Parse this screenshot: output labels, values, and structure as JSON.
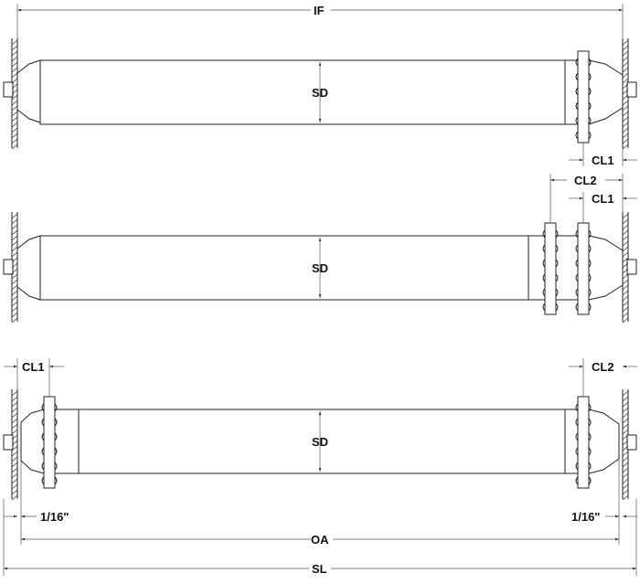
{
  "diagram": {
    "labels": {
      "if": "IF",
      "sd": "SD",
      "cl1": "CL1",
      "cl2": "CL2",
      "sixteenth": "1/16\"",
      "oa": "OA",
      "sl": "SL"
    },
    "colors": {
      "line": "#222222",
      "background": "#ffffff"
    }
  }
}
